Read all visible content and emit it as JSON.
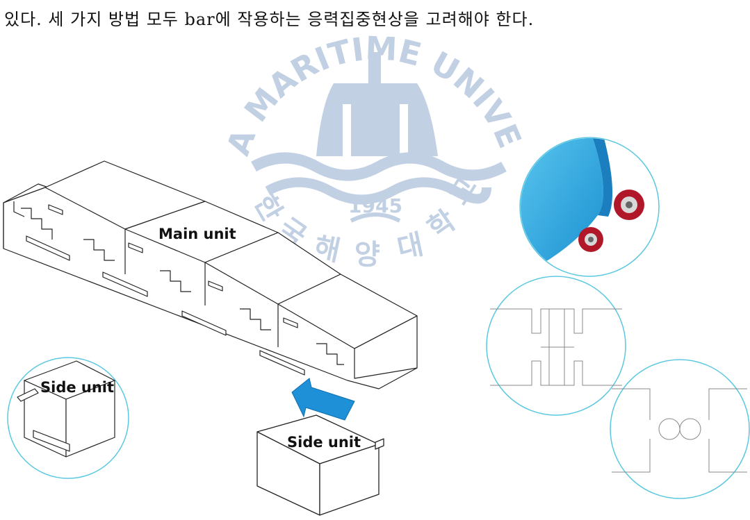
{
  "body_text": "있다. 세 가지 방법 모두 bar에 작용하는 응력집중현상을 고려해야 한다.",
  "watermark": {
    "arc_text": "KOREA MARITIME UNIVERSITY",
    "year": "1945",
    "korean_name": "한국해양대학교",
    "color": "#b8c8e0"
  },
  "figure": {
    "main_label": "Main unit",
    "side_label_inset": "Side unit",
    "side_label_block": "Side unit",
    "arrow_color": "#1e90d8",
    "circle_color": "#5ac8e0",
    "board_color": "#2aa6e0"
  }
}
